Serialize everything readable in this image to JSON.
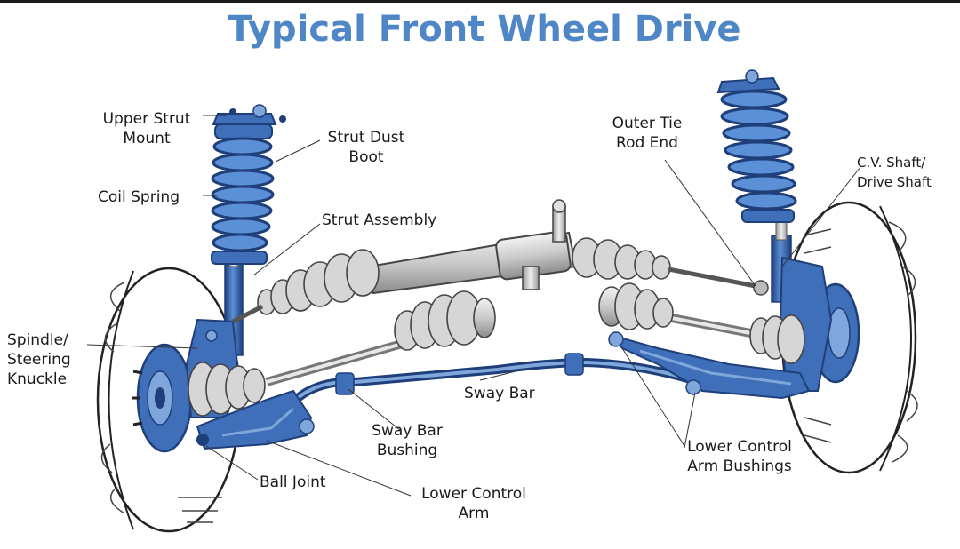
{
  "title": "Typical Front Wheel Drive",
  "colors": {
    "blue": "#3f6fb8",
    "blue_dark": "#1f3f7a",
    "blue_light": "#7fa7dc",
    "metal": "#d8d8d8",
    "metal_dark": "#8c8c8c",
    "title": "#4f86c6"
  },
  "labels": {
    "upper_strut_mount": [
      "Upper Strut",
      "Mount"
    ],
    "strut_dust_boot": [
      "Strut Dust",
      "Boot"
    ],
    "coil_spring": "Coil Spring",
    "strut_assembly": "Strut Assembly",
    "outer_tie_rod_end": [
      "Outer Tie",
      "Rod End"
    ],
    "cv_shaft": [
      "C.V. Shaft/",
      "Drive Shaft"
    ],
    "spindle": [
      "Spindle/",
      "Steering",
      "Knuckle"
    ],
    "sway_bar": "Sway Bar",
    "sway_bar_bushing": [
      "Sway Bar",
      "Bushing"
    ],
    "ball_joint": "Ball Joint",
    "lower_control_arm": [
      "Lower Control",
      "Arm"
    ],
    "lower_control_arm_bushings": [
      "Lower Control",
      "Arm Bushings"
    ]
  }
}
